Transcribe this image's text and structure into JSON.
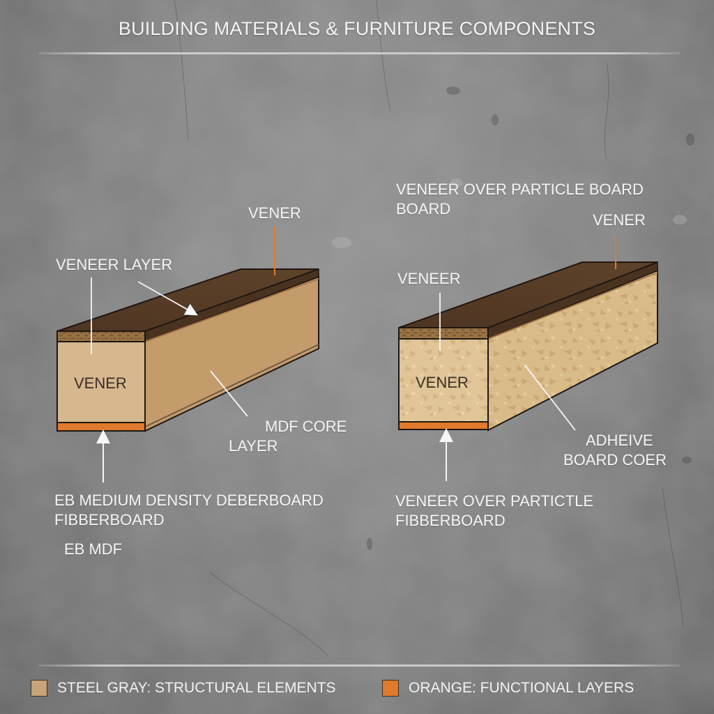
{
  "title": "BUILDING MATERIALS & FURNITURE COMPONENTS",
  "colors": {
    "background": "#858585",
    "veneer_top": "#5a4028",
    "veneer_edge": "#3e2a1a",
    "mdf_front": "#d4b48a",
    "mdf_side": "#c09868",
    "particle_front": "#e2c79c",
    "particle_side": "#d9bb8a",
    "edge_texture": "#8a6638",
    "functional_orange": "#e07a2c",
    "structural_swatch": "#c8a478",
    "label_white": "#f6f6f6"
  },
  "left_panel": {
    "callout_veneer_top": "VENER",
    "callout_veneer_layer": "VENEER LAYER",
    "front_face_label": "VENER",
    "callout_core": "MDF CORE",
    "callout_core_2": "LAYER",
    "caption_line1": "EB MEDIUM DENSITY DEBERBOARD",
    "caption_line2": "FIBBERBOARD",
    "caption_short": "EB MDF"
  },
  "right_panel": {
    "heading_line1": "VENEER OVER PARTICLE BOARD",
    "heading_line2": "BOARD",
    "callout_veneer_top": "VENER",
    "callout_veneer": "VENEER",
    "front_face_label": "VENER",
    "callout_core_line1": "ADHEIVE",
    "callout_core_line2": "BOARD COER",
    "caption_line1": "VENEER OVER  PARTICTLE",
    "caption_line2": "FIBBERBOARD"
  },
  "legend": {
    "items": [
      {
        "label": "STEEL GRAY: STRUCTURAL ELEMENTS",
        "color": "#c8a478"
      },
      {
        "label": "ORANGE: FUNCTIONAL LAYERS",
        "color": "#e07a2c"
      }
    ]
  }
}
